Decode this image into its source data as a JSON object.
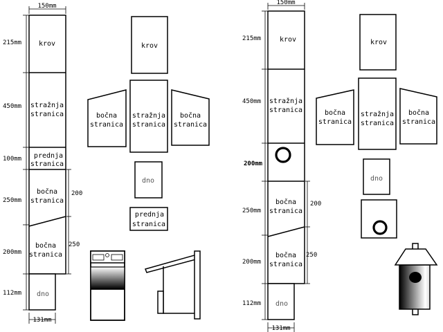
{
  "labels": {
    "roof": "krov",
    "back_l1": "stražnja",
    "back_l2": "stranica",
    "front_l1": "prednja",
    "front_l2": "stranica",
    "side_l1": "bočna",
    "side_l2": "stranica",
    "bottom": "dno"
  },
  "dims": {
    "width_top": "150mm",
    "width_bottom": "131mm",
    "d215": "215mm",
    "d450": "450mm",
    "d100": "100mm",
    "d200_bold": "200mm",
    "d250": "250mm",
    "d200": "200mm",
    "d112": "112mm",
    "s200": "200",
    "s250": "250"
  }
}
